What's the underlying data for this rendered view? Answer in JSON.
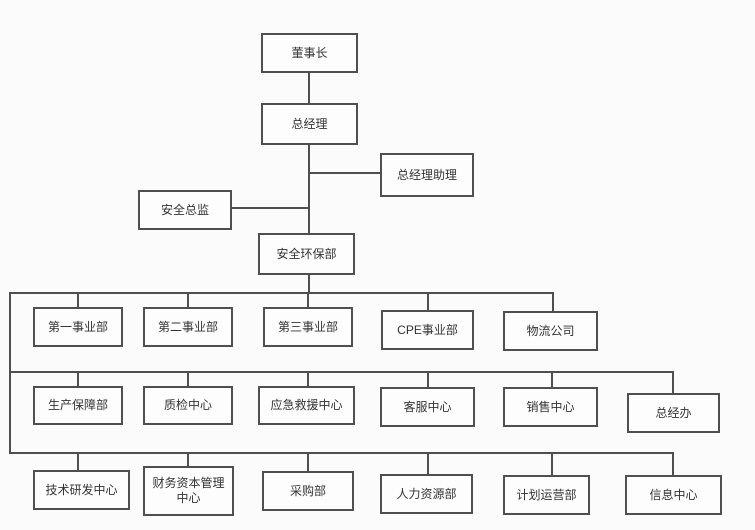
{
  "colors": {
    "background": "#fbfbfb",
    "line": "#4f4f4f",
    "box_border": "#4f4f4f",
    "box_fill": "#fdfdfd",
    "text": "#333333"
  },
  "org_chart": {
    "type": "org-hierarchy",
    "top": {
      "chairman": "董事长",
      "general_manager": "总经理",
      "gm_assistant": "总经理助理",
      "safety_director": "安全总监",
      "safety_environment_dept": "安全环保部"
    },
    "level1_business_units": [
      "第一事业部",
      "第二事业部",
      "第三事业部",
      "CPE事业部",
      "物流公司"
    ],
    "level2_centers": [
      "生产保障部",
      "质检中心",
      "应急救援中心",
      "客服中心",
      "销售中心",
      "总经办"
    ],
    "level3_departments": [
      "技术研发中心",
      "财务资本管理中心",
      "采购部",
      "人力资源部",
      "计划运营部",
      "信息中心"
    ]
  }
}
